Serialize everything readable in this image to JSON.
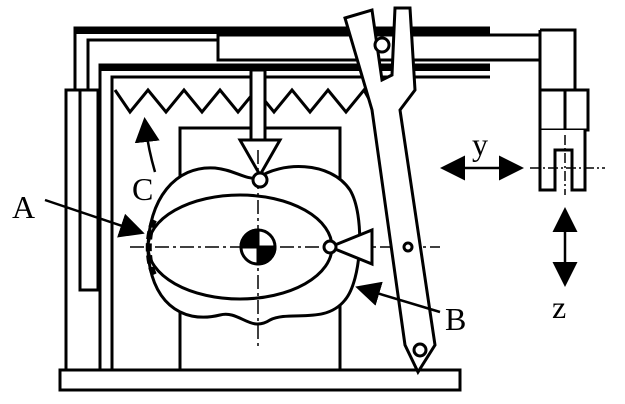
{
  "labels": {
    "a": "A",
    "b": "B",
    "c": "C",
    "y": "y",
    "z": "z"
  },
  "colors": {
    "stroke": "#000000",
    "background": "#ffffff"
  }
}
